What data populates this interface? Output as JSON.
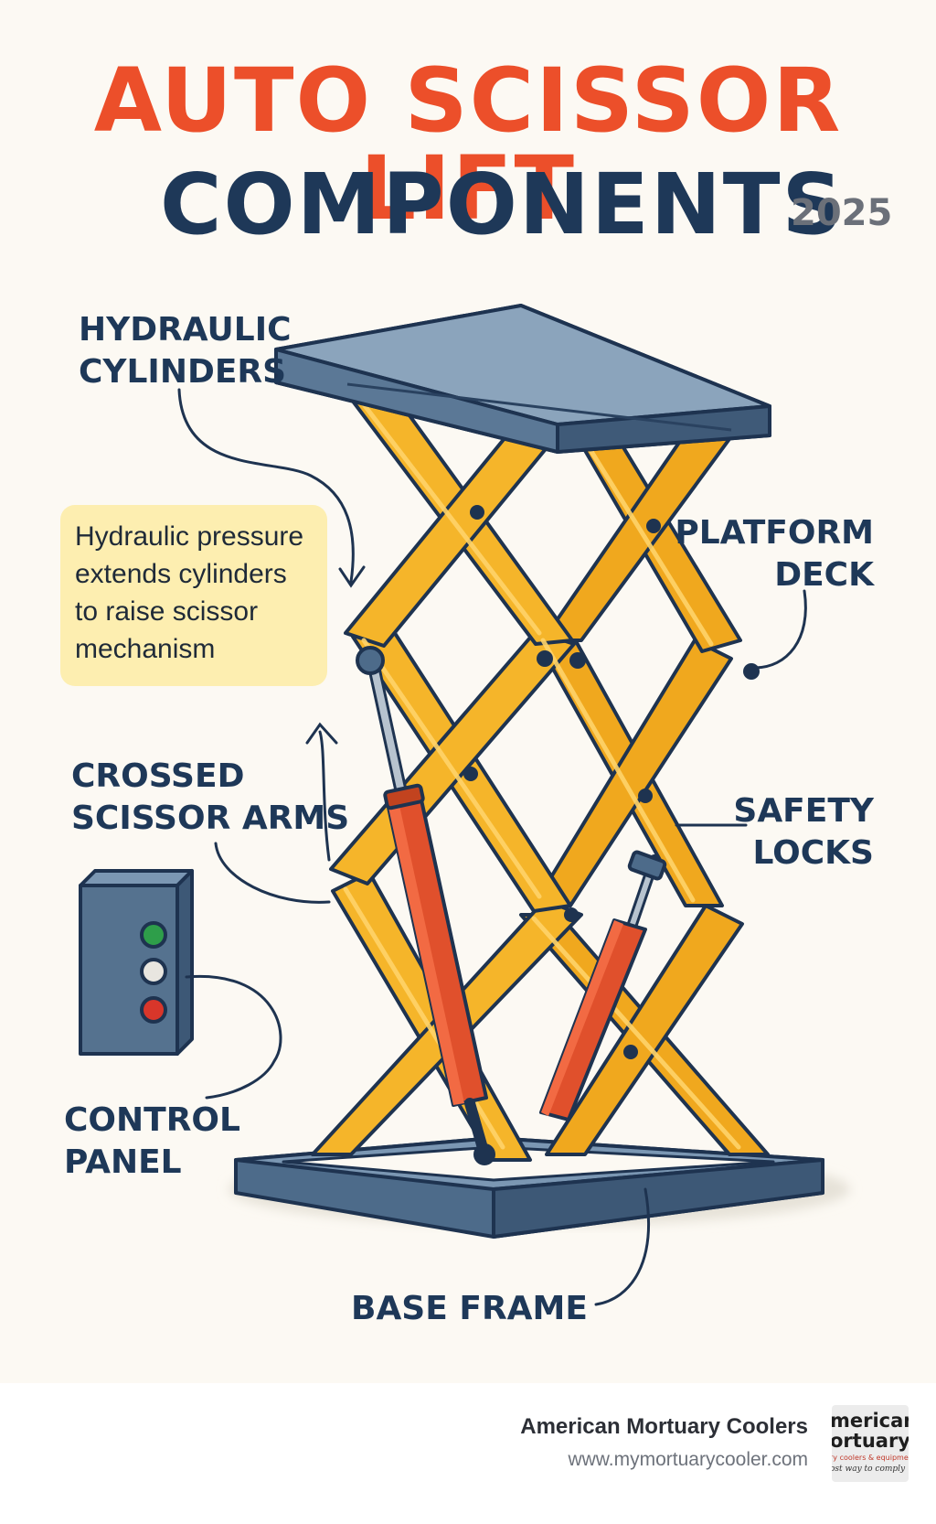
{
  "title": {
    "line1": "AUTO SCISSOR LIFT",
    "line2": "COMPONENTS",
    "year": "2025"
  },
  "labels": {
    "hydraulic_cylinders": [
      "HYDRAULIC",
      "CYLINDERS"
    ],
    "platform_deck": [
      "PLATFORM",
      "DECK"
    ],
    "crossed_scissor_arms": [
      "CROSSED",
      "SCISSOR ARMS"
    ],
    "safety_locks": [
      "SAFETY",
      "LOCKS"
    ],
    "control_panel": [
      "CONTROL",
      "PANEL"
    ],
    "base_frame": "BASE FRAME"
  },
  "callout": {
    "lines": [
      "Hydraulic pressure",
      "extends cylinders",
      "to raise scissor",
      "mechanism"
    ]
  },
  "control_panel_lights": {
    "top": "#2e9e4a",
    "middle": "#e8e6e0",
    "bottom": "#d8362a"
  },
  "colors": {
    "title_accent": "#ec4f2a",
    "title_dark": "#1e3858",
    "scissor_arm": "#f5b52a",
    "cylinder": "#e0502c",
    "frame": "#4d6b8a"
  },
  "footer": {
    "brand": "American Mortuary Coolers",
    "url": "www.mymortuarycooler.com",
    "logo_lines": [
      "merican",
      "ortuary",
      "ry coolers & equipment",
      "ost way to comply"
    ]
  }
}
